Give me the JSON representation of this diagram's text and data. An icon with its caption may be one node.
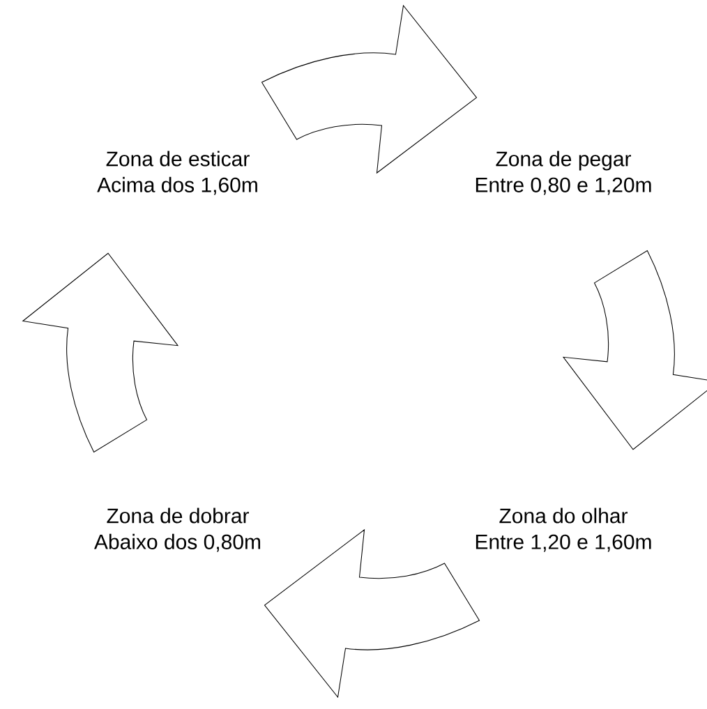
{
  "diagram": {
    "nodes": [
      {
        "text": [
          "Zona de esticar",
          "Acima dos 1,60m"
        ]
      },
      {
        "text": [
          "Zona de pegar",
          "Entre 0,80 e 1,20m"
        ]
      },
      {
        "text": [
          "Zona do olhar",
          "Entre 1,20 e 1,60m"
        ]
      },
      {
        "text": [
          "Zona de dobrar",
          "Abaixo dos 0,80m"
        ]
      }
    ],
    "edges": [
      {
        "from": 0,
        "to": 1,
        "arrow": "to"
      },
      {
        "from": 1,
        "to": 2,
        "arrow": "to"
      },
      {
        "from": 2,
        "to": 3,
        "arrow": "to"
      },
      {
        "from": 3,
        "to": 0,
        "arrow": "to"
      }
    ]
  }
}
